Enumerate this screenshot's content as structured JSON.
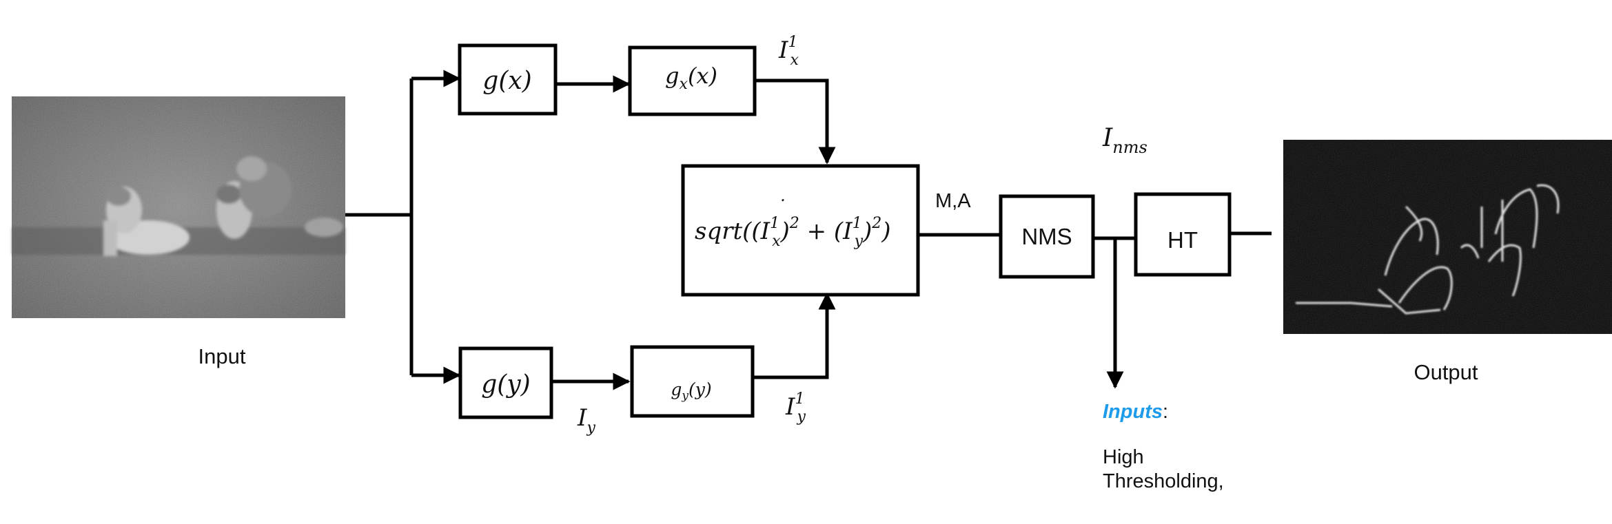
{
  "images": {
    "input": {
      "label": "Input"
    },
    "output": {
      "label": "Output"
    }
  },
  "blocks": {
    "gx": "g(x)",
    "gy": "g(y)",
    "gx_x": {
      "base": "g",
      "sub": "x",
      "arg": "(x)"
    },
    "gy_y": {
      "base": "g",
      "sub": "y",
      "arg": "(y)"
    },
    "magnitude": {
      "dot": ".",
      "fn": "sqrt((I",
      "sup1": "1",
      "sub1": "x",
      "mid": ")",
      "pow1": "2",
      "plus": " + (I",
      "sup2": "1",
      "sub2": "y",
      "mid2": ")",
      "pow2": "2",
      "close": ")"
    },
    "nms": "NMS",
    "ht": "HT"
  },
  "signals": {
    "ix1": {
      "base": "I",
      "sub": "x",
      "sup": "1"
    },
    "iy1": {
      "base": "I",
      "sub": "y",
      "sup": "1"
    },
    "iy": {
      "base": "I",
      "sub": "y"
    },
    "inms": {
      "base": "I",
      "sub": "nms"
    },
    "ma": "M,A"
  },
  "inputs_note": {
    "title": "Inputs",
    "colon": ":",
    "line1": "High",
    "line2": "Thresholding,"
  },
  "colors": {
    "accent": "#1e9bea",
    "stroke": "#000000"
  }
}
